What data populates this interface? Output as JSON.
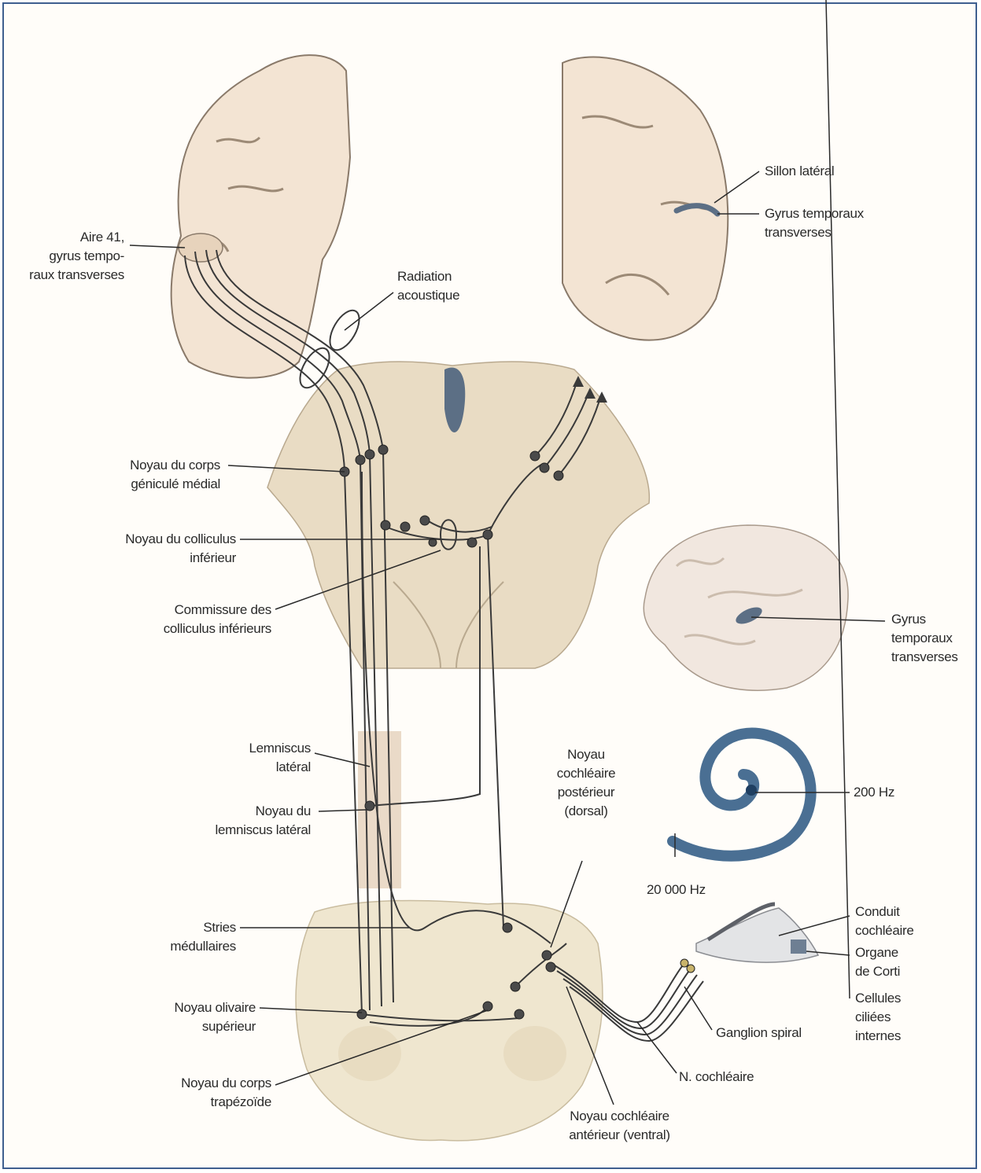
{
  "labels": {
    "aire41": "Aire 41,\ngyrus tempo-\nraux transverses",
    "radiation": "Radiation\nacoustique",
    "sillon": "Sillon latéral",
    "gyrus_top": "Gyrus temporaux\ntransverses",
    "geniculate": "Noyau du corps\ngéniculé médial",
    "colliculus": "Noyau du colliculus\ninférieur",
    "commissure": "Commissure des\ncolliculus inférieurs",
    "gyrus_side": "Gyrus\ntemporaux\ntransverses",
    "lemniscus": "Lemniscus\nlatéral",
    "nucleus_lemniscus": "Noyau du\nlemniscus latéral",
    "dorsal_cochlear": "Noyau\ncochléaire\npostérieur\n(dorsal)",
    "hz200": "200 Hz",
    "hz20000": "20 000 Hz",
    "stries": "Stries\nmédullaires",
    "conduit": "Conduit\ncochléaire",
    "corti": "Organe\nde Corti",
    "cellules": "Cellules\nciliées\ninternes",
    "olivary": "Noyau olivaire\nsupérieur",
    "ganglion": "Ganglion spiral",
    "trapezoid": "Noyau du corps\ntrapézoïde",
    "n_cochlear": "N. cochléaire",
    "ventral_cochlear": "Noyau cochléaire\nantérieur (ventral)"
  },
  "colors": {
    "frame": "#3f5f8f",
    "brain": "#f3e4d3",
    "brain_edge": "#8a7a6a",
    "brainstem": "#e9dcc4",
    "pathway": "#3a3a3a",
    "highlight": "#5c6f85",
    "cochlea": "#4a6f93"
  }
}
